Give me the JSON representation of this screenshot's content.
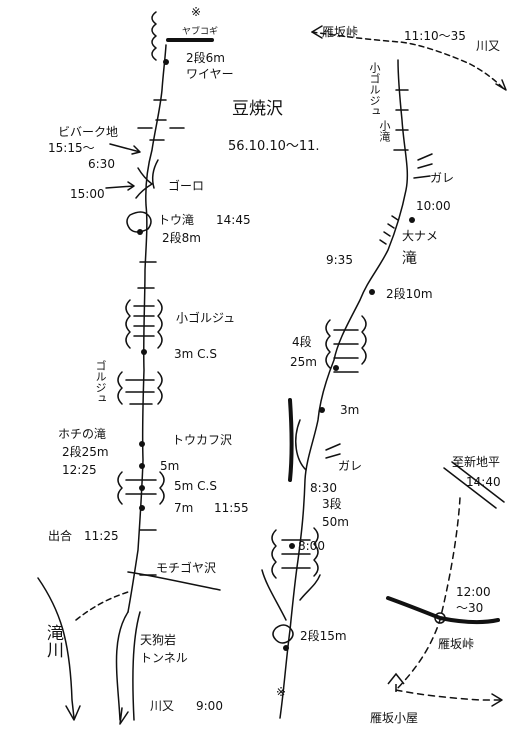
{
  "title": "豆焼沢",
  "date": "56.10.10～11.",
  "labels": {
    "top_mark": "※",
    "yabu": "ヤブコギ",
    "fall_2dan6m": "2段6m",
    "wire": "ワイヤー",
    "bivouac": "ビバーク地",
    "bivouac_time1": "15:15～",
    "bivouac_time2": "6:30",
    "t1500": "15:00",
    "goro": "ゴーロ",
    "tou_taki": "トウ滝",
    "tou_time": "14:45",
    "fall_2dan8m": "2段8m",
    "ko_gorge": "小ゴルジュ",
    "fall_3mcs": "3m C.S",
    "gorge": "ゴルジュ",
    "hochi_taki": "ホチの滝",
    "fall_2dan25m": "2段25m",
    "t1225": "12:25",
    "toukafu": "トウカフ沢",
    "fall_5m": "5m",
    "fall_5mcs": "5m C.S",
    "fall_7m": "7m",
    "t1155": "11:55",
    "deai": "出合",
    "t1125": "11:25",
    "mochigoya": "モチゴヤ沢",
    "taki_river": "滝川",
    "tengu_iwa": "天狗岩",
    "tunnel": "トンネル",
    "kawamata": "川又",
    "t900": "9:00",
    "karisaka_top": "雁坂峠",
    "t1110": "11:10～35",
    "kawamata_top": "川又",
    "ko_gorge_r": "小ゴルジュ",
    "ko_taki": "小滝",
    "gare1": "ガレ",
    "t1000": "10:00",
    "oname": "大ナメ",
    "taki_r": "滝",
    "t935": "9:35",
    "fall_2dan10m": "2段10m",
    "four_dan": "4段",
    "fall_25m": "25m",
    "fall_3m_r": "3m",
    "gare2": "ガレ",
    "t830": "8:30",
    "three_dan": "3段",
    "fall_50m": "50m",
    "t800": "8:00",
    "fall_2dan15m": "2段15m",
    "bottom_mark": "※",
    "shinchichira": "至新地平",
    "t1440": "14:40",
    "t1200": "12:00",
    "t1230": "～30",
    "karisaka_pass": "雁坂峠",
    "karisaka_hut": "雁坂小屋"
  }
}
